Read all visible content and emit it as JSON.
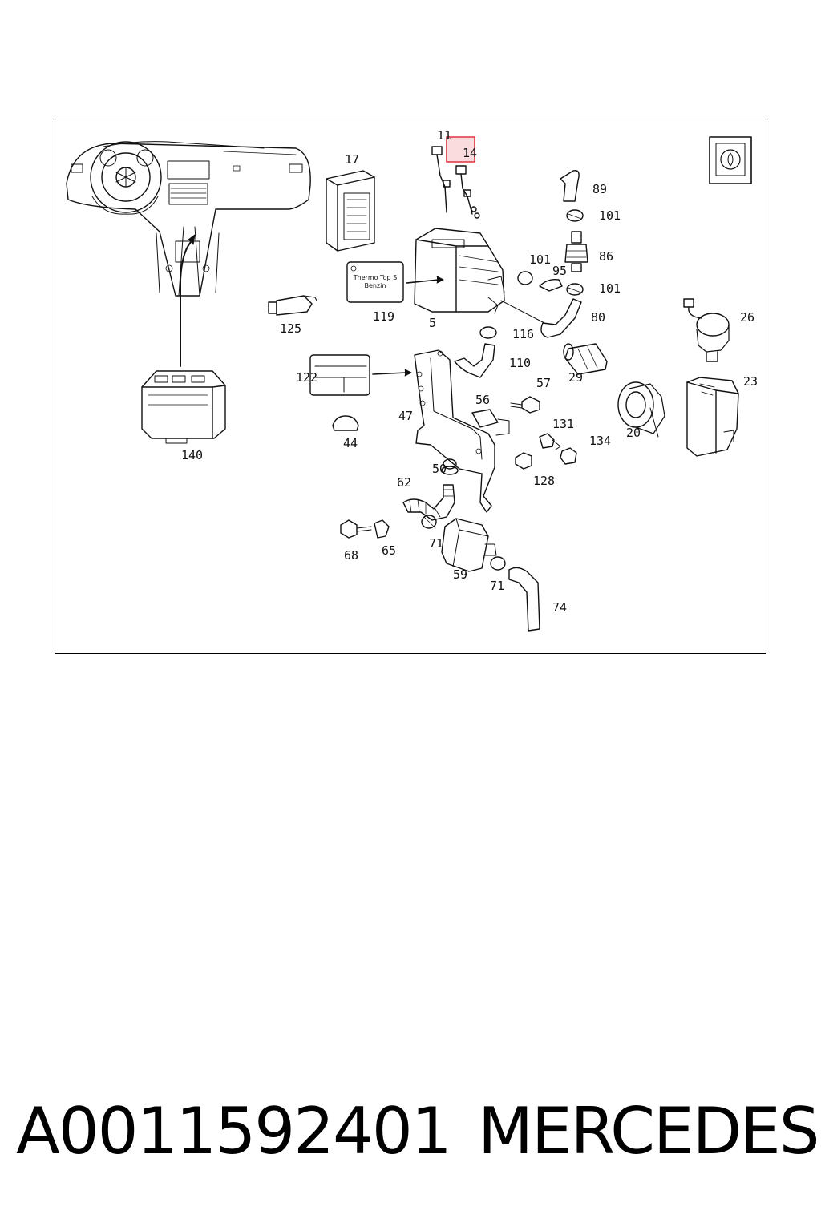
{
  "diagram": {
    "plate_line1": "Thermo Top S",
    "plate_line2": "Benzin",
    "highlight_color": "#e03040",
    "highlight_fill": "#f6c0c4",
    "labels": [
      {
        "id": "11",
        "text": "11"
      },
      {
        "id": "14",
        "text": "14"
      },
      {
        "id": "17",
        "text": "17"
      },
      {
        "id": "89",
        "text": "89"
      },
      {
        "id": "101a",
        "text": "101"
      },
      {
        "id": "86",
        "text": "86"
      },
      {
        "id": "101b",
        "text": "101"
      },
      {
        "id": "95",
        "text": "95"
      },
      {
        "id": "101c",
        "text": "101"
      },
      {
        "id": "119",
        "text": "119"
      },
      {
        "id": "5",
        "text": "5"
      },
      {
        "id": "80",
        "text": "80"
      },
      {
        "id": "125",
        "text": "125"
      },
      {
        "id": "116",
        "text": "116"
      },
      {
        "id": "26",
        "text": "26"
      },
      {
        "id": "110",
        "text": "110"
      },
      {
        "id": "122",
        "text": "122"
      },
      {
        "id": "29",
        "text": "29"
      },
      {
        "id": "23",
        "text": "23"
      },
      {
        "id": "57",
        "text": "57"
      },
      {
        "id": "56",
        "text": "56"
      },
      {
        "id": "47",
        "text": "47"
      },
      {
        "id": "131",
        "text": "131"
      },
      {
        "id": "20",
        "text": "20"
      },
      {
        "id": "134",
        "text": "134"
      },
      {
        "id": "44",
        "text": "44"
      },
      {
        "id": "140",
        "text": "140"
      },
      {
        "id": "50",
        "text": "50"
      },
      {
        "id": "128",
        "text": "128"
      },
      {
        "id": "62",
        "text": "62"
      },
      {
        "id": "71a",
        "text": "71"
      },
      {
        "id": "68",
        "text": "68"
      },
      {
        "id": "65",
        "text": "65"
      },
      {
        "id": "59",
        "text": "59"
      },
      {
        "id": "71b",
        "text": "71"
      },
      {
        "id": "74",
        "text": "74"
      }
    ]
  },
  "footer": {
    "part_number": "A0011592401",
    "brand": "MERCEDES"
  }
}
